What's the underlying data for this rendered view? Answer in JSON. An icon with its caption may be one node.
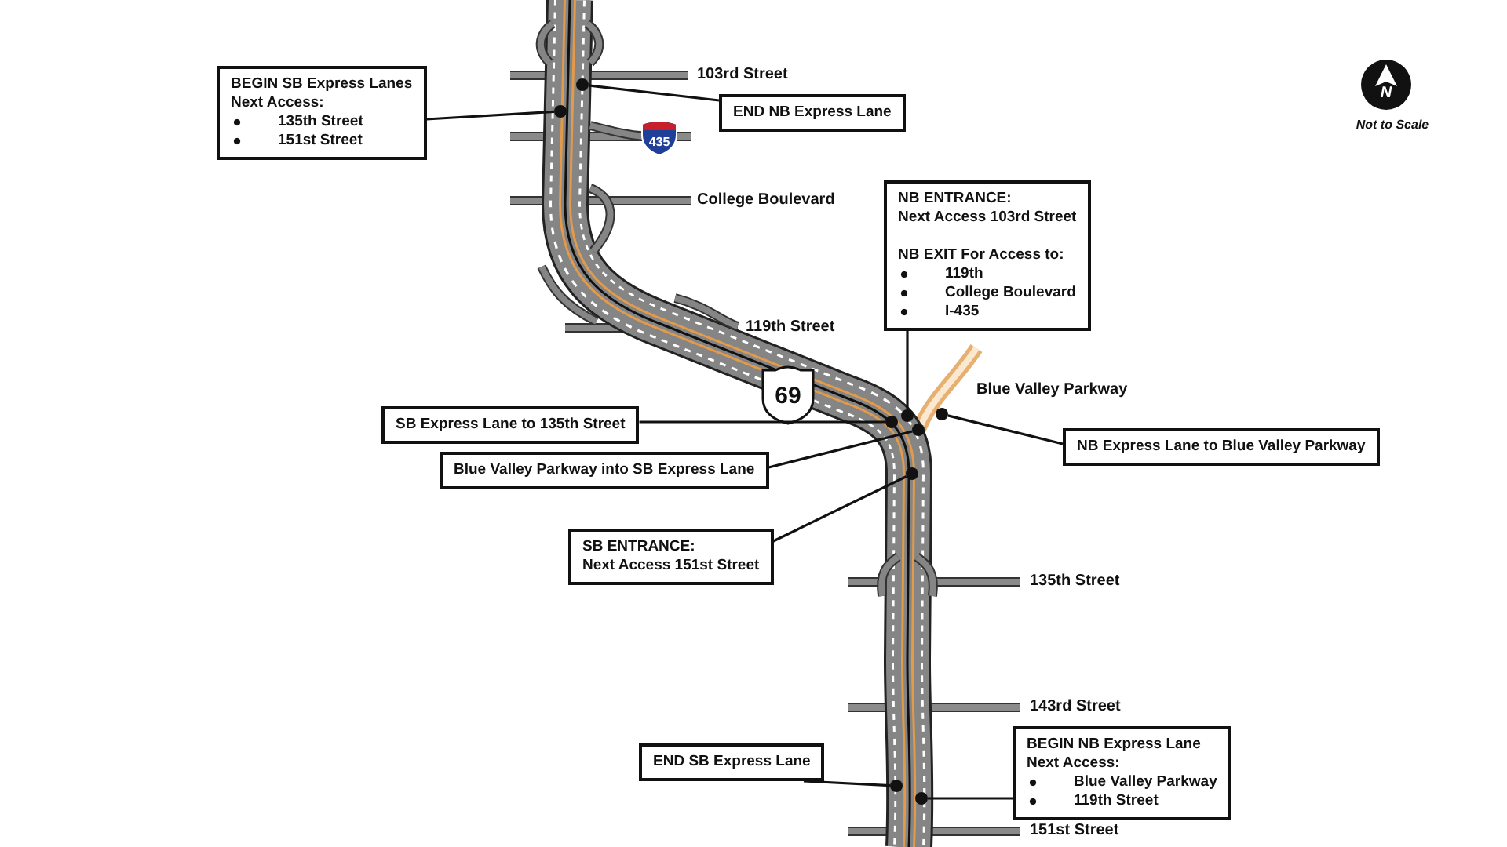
{
  "diagram": {
    "nodes": [
      {
        "text": [
          "BEGIN SB Express Lanes",
          "Next Access:",
          "135th Street",
          "151st Street"
        ]
      },
      {
        "text": [
          "END NB Express Lane"
        ]
      },
      {
        "text": [
          "NB ENTRANCE:",
          "Next Access 103rd Street",
          "NB EXIT For Access to:",
          "119th",
          "College Boulevard",
          "I-435"
        ]
      },
      {
        "text": [
          "SB Express Lane to 135th Street"
        ]
      },
      {
        "text": [
          "NB Express Lane to Blue Valley Parkway"
        ]
      },
      {
        "text": [
          "Blue Valley Parkway into SB Express Lane"
        ]
      },
      {
        "text": [
          "SB ENTRANCE:",
          "Next Access 151st Street"
        ]
      },
      {
        "text": [
          "END SB Express Lane"
        ]
      },
      {
        "text": [
          "BEGIN NB Express Lane",
          "Next Access:",
          "Blue Valley Parkway",
          "119th Street"
        ]
      },
      {
        "text": [],
        "shape": "circle"
      },
      {
        "text": [],
        "shape": "circle"
      },
      {
        "text": [],
        "shape": "circle"
      },
      {
        "text": [],
        "shape": "circle"
      },
      {
        "text": [],
        "shape": "circle"
      },
      {
        "text": [],
        "shape": "circle"
      },
      {
        "text": [],
        "shape": "circle"
      },
      {
        "text": [],
        "shape": "circle"
      },
      {
        "text": [],
        "shape": "circle"
      }
    ],
    "edges": [
      {
        "from": 0,
        "to": 10,
        "arrow": "none"
      },
      {
        "from": 1,
        "to": 9,
        "arrow": "none"
      },
      {
        "from": 2,
        "to": 12,
        "arrow": "none"
      },
      {
        "from": 3,
        "to": 13,
        "arrow": "none"
      },
      {
        "from": 4,
        "to": 11,
        "arrow": "none"
      },
      {
        "from": 5,
        "to": 14,
        "arrow": "none"
      },
      {
        "from": 6,
        "to": 15,
        "arrow": "none"
      },
      {
        "from": 7,
        "to": 16,
        "arrow": "none"
      },
      {
        "from": 8,
        "to": 17,
        "arrow": "none"
      }
    ],
    "labels": [
      "103rd Street",
      "N",
      "Not to Scale",
      "435",
      "College Boulevard",
      "119th Street",
      "Blue Valley Parkway",
      "69",
      "135th Street",
      "143rd Street",
      "151st Street"
    ]
  }
}
